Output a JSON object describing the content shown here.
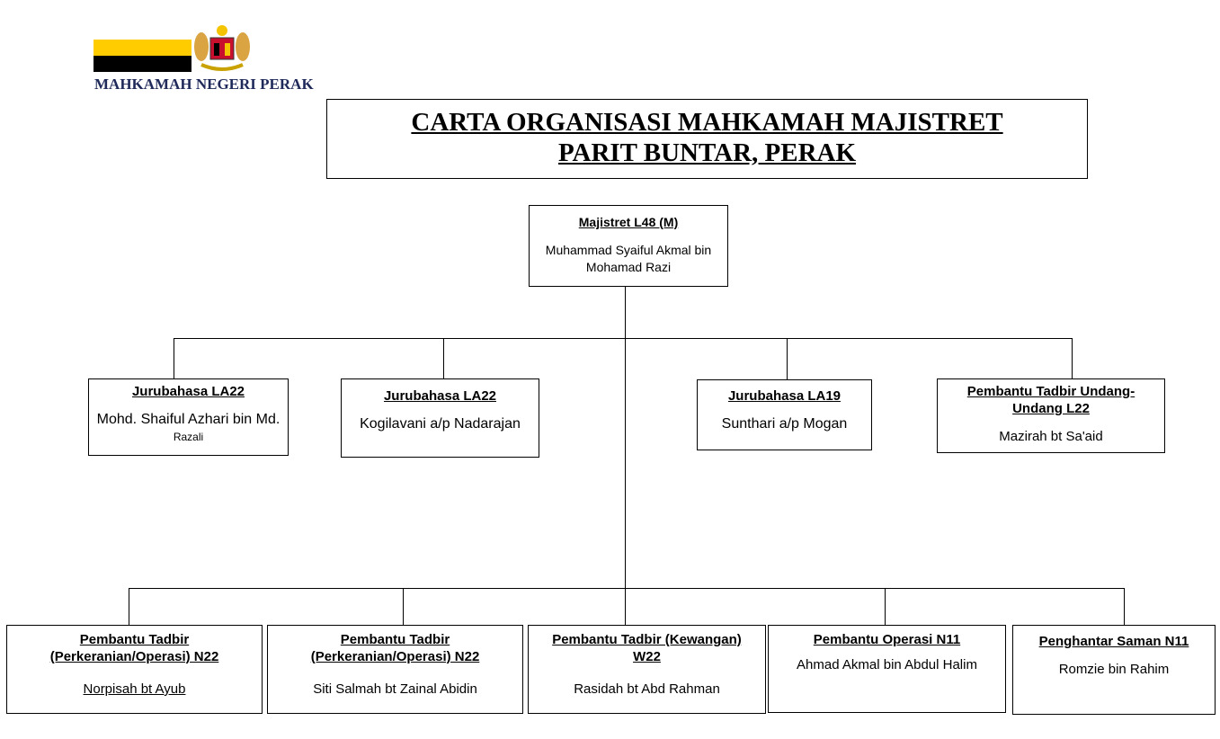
{
  "header": {
    "organization": "MAHKAMAH NEGERI PERAK",
    "colors": {
      "flag_white": "#ffffff",
      "flag_yellow": "#ffcc00",
      "flag_black": "#000000",
      "org_text": "#1f2a5a"
    }
  },
  "title": {
    "line1": "CARTA ORGANISASI MAHKAMAH MAJISTRET",
    "line2": "PARIT BUNTAR, PERAK"
  },
  "head": {
    "position": "Majistret L48 (M)",
    "name": "Muhammad Syaiful Akmal bin Mohamad Razi"
  },
  "row1": [
    {
      "position": "Jurubahasa LA22",
      "name": "Mohd. Shaiful Azhari bin Md.",
      "name_suffix": "Razali"
    },
    {
      "position": "Jurubahasa LA22",
      "name": "Kogilavani a/p Nadarajan"
    },
    {
      "position": "Jurubahasa LA19",
      "name": "Sunthari a/p Mogan"
    },
    {
      "position": "Pembantu Tadbir Undang-Undang L22",
      "name": "Mazirah bt Sa'aid"
    }
  ],
  "row2": [
    {
      "position": "Pembantu Tadbir (Perkeranian/Operasi) N22",
      "name": "Norpisah bt Ayub"
    },
    {
      "position": "Pembantu Tadbir (Perkeranian/Operasi) N22",
      "name": "Siti Salmah bt Zainal Abidin"
    },
    {
      "position": "Pembantu Tadbir (Kewangan) W22",
      "name": "Rasidah bt Abd Rahman"
    },
    {
      "position": "Pembantu Operasi N11",
      "name": "Ahmad Akmal bin Abdul Halim"
    },
    {
      "position": "Penghantar Saman N11",
      "name": "Romzie bin Rahim"
    }
  ]
}
